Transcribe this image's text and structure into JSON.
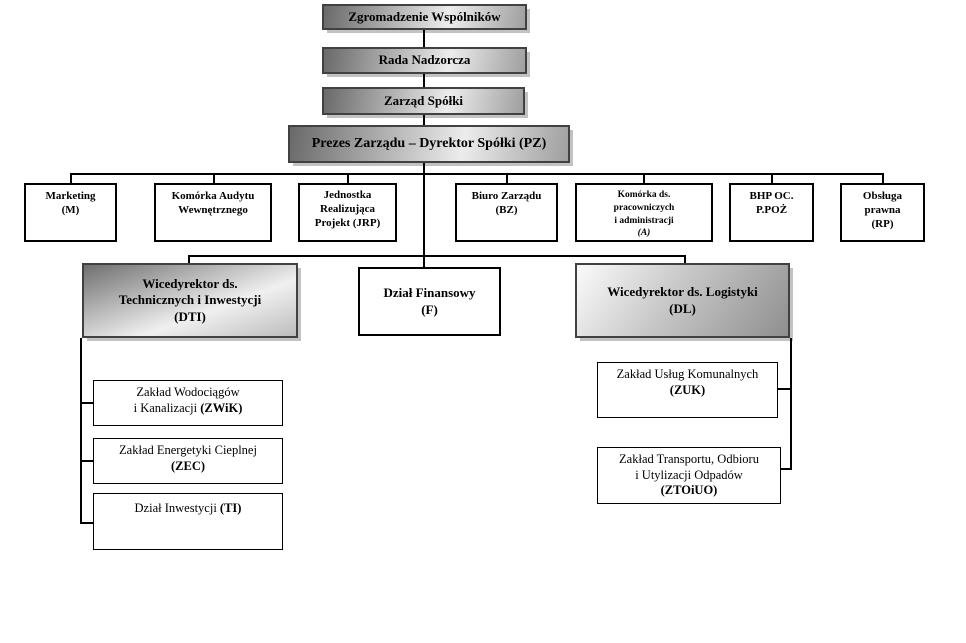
{
  "chart_type": "org-chart",
  "colors": {
    "background": "#ffffff",
    "connector": "#000000",
    "box_border_dark": "#414141",
    "box_border_plain": "#000000",
    "gradient_dark": "#696969",
    "gradient_light": "#ececec",
    "shadow": "#c2c2c2"
  },
  "nodes": {
    "zgromadzenie": {
      "label": "Zgromadzenie Wspólników"
    },
    "rada": {
      "label": "Rada Nadzorcza"
    },
    "zarzad": {
      "label": "Zarząd Spółki"
    },
    "prezes": {
      "label": "Prezes Zarządu – Dyrektor Spółki (PZ)"
    },
    "marketing": {
      "line1": "Marketing",
      "line2": "(M)"
    },
    "audyt": {
      "line1": "Komórka Audytu",
      "line2": "Wewnętrznego"
    },
    "jrp": {
      "line1": "Jednostka",
      "line2": "Realizująca",
      "line3": "Projekt (JRP)"
    },
    "biuro": {
      "line1": "Biuro Zarządu",
      "line2": "(BZ)"
    },
    "kadry": {
      "line1": "Komórka ds.",
      "line2": "pracowniczych",
      "line3": "i administracji",
      "line4": "(A)"
    },
    "bhp": {
      "line1": "BHP OC.",
      "line2": "P.POŻ"
    },
    "prawna": {
      "line1": "Obsługa",
      "line2": "prawna",
      "line3": "(RP)"
    },
    "dti": {
      "line1": "Wicedyrektor ds.",
      "line2": "Technicznych i Inwestycji",
      "line3": "(DTI)"
    },
    "finanse": {
      "line1": "Dział Finansowy",
      "line2": "(F)"
    },
    "dl": {
      "line1": "Wicedyrektor ds. Logistyki",
      "line2": "(DL)"
    },
    "zwik": {
      "line1": "Zakład Wodociągów",
      "line2": "i Kanalizacji",
      "abbr": "(ZWiK)"
    },
    "zec": {
      "line1": "Zakład Energetyki Cieplnej",
      "abbr": "(ZEC)"
    },
    "ti": {
      "line1": "Dział Inwestycji",
      "abbr": "(TI)"
    },
    "zuk": {
      "line1": "Zakład Usług Komunalnych",
      "abbr": "(ZUK)"
    },
    "ztoiuo": {
      "line1": "Zakład Transportu, Odbioru",
      "line2": "i Utylizacji Odpadów",
      "abbr": "(ZTOiUO)"
    }
  },
  "edges": [
    [
      "zgromadzenie",
      "rada"
    ],
    [
      "rada",
      "zarzad"
    ],
    [
      "zarzad",
      "prezes"
    ],
    [
      "prezes",
      "marketing"
    ],
    [
      "prezes",
      "audyt"
    ],
    [
      "prezes",
      "jrp"
    ],
    [
      "prezes",
      "biuro"
    ],
    [
      "prezes",
      "kadry"
    ],
    [
      "prezes",
      "bhp"
    ],
    [
      "prezes",
      "prawna"
    ],
    [
      "prezes",
      "dti"
    ],
    [
      "prezes",
      "finanse"
    ],
    [
      "prezes",
      "dl"
    ],
    [
      "dti",
      "zwik"
    ],
    [
      "dti",
      "zec"
    ],
    [
      "dti",
      "ti"
    ],
    [
      "dl",
      "zuk"
    ],
    [
      "dl",
      "ztoiuo"
    ]
  ]
}
